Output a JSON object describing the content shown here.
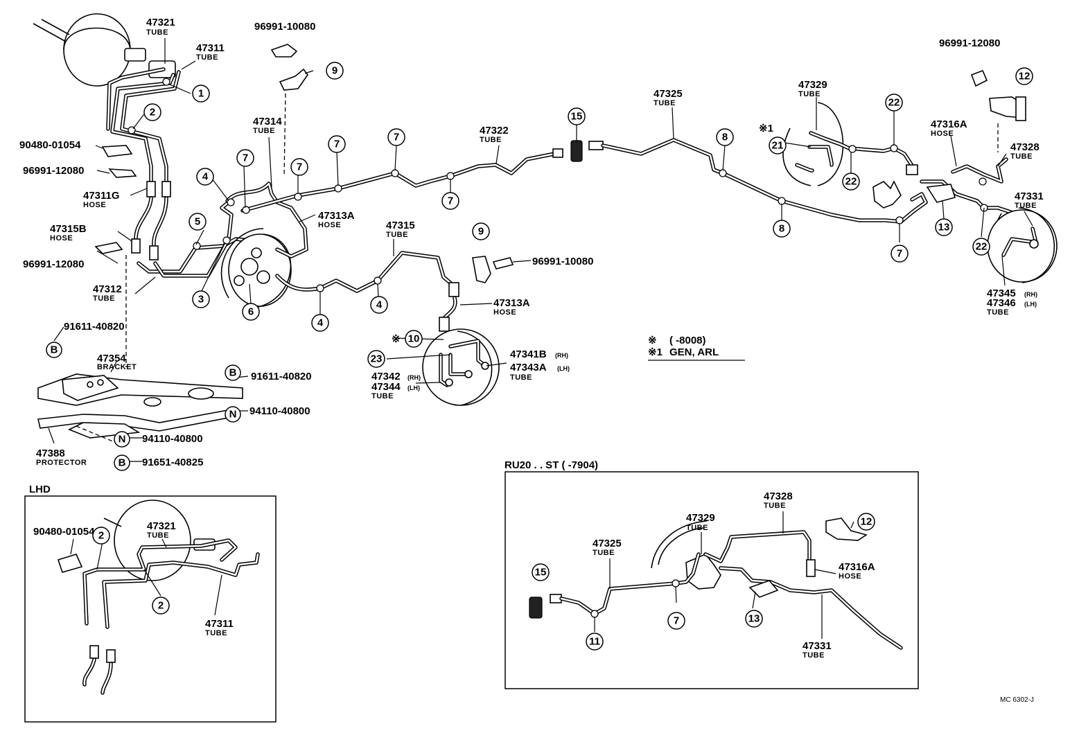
{
  "parts": {
    "p47321": {
      "number": "47321",
      "type": "TUBE"
    },
    "p47311": {
      "number": "47311",
      "type": "TUBE"
    },
    "p96991_10080_top": {
      "number": "96991-10080"
    },
    "p96991_12080_right": {
      "number": "96991-12080"
    },
    "p90480": {
      "number": "90480-01054"
    },
    "p96991_12080_left": {
      "number": "96991-12080"
    },
    "p47311G": {
      "number": "47311G",
      "type": "HOSE"
    },
    "p47315B": {
      "number": "47315B",
      "type": "HOSE"
    },
    "p96991_12080_left2": {
      "number": "96991-12080"
    },
    "p47312": {
      "number": "47312",
      "type": "TUBE"
    },
    "p47314": {
      "number": "47314",
      "type": "TUBE"
    },
    "p47313A_top": {
      "number": "47313A",
      "type": "HOSE"
    },
    "p47315": {
      "number": "47315",
      "type": "TUBE"
    },
    "p47322": {
      "number": "47322",
      "type": "TUBE"
    },
    "p47325": {
      "number": "47325",
      "type": "TUBE"
    },
    "p47329": {
      "number": "47329",
      "type": "TUBE"
    },
    "p47316A": {
      "number": "47316A",
      "type": "HOSE"
    },
    "p47328": {
      "number": "47328",
      "type": "TUBE"
    },
    "p47331": {
      "number": "47331",
      "type": "TUBE"
    },
    "p47345": {
      "number": "47345",
      "note": "(RH)"
    },
    "p47346": {
      "number": "47346",
      "note": "(LH)",
      "type": "TUBE"
    },
    "p96991_10080_mid": {
      "number": "96991-10080"
    },
    "p47313A_mid": {
      "number": "47313A",
      "type": "HOSE"
    },
    "p47341B": {
      "number": "47341B",
      "note": "(RH)"
    },
    "p47343A": {
      "number": "47343A",
      "note": "(LH)",
      "type": "TUBE"
    },
    "p47342": {
      "number": "47342",
      "note": "(RH)"
    },
    "p47344": {
      "number": "47344",
      "note": "(LH)",
      "type": "TUBE"
    },
    "p91611_a": {
      "number": "91611-40820"
    },
    "p47354": {
      "number": "47354",
      "type": "BRACKET"
    },
    "p91611_b": {
      "number": "91611-40820"
    },
    "p94110_a": {
      "number": "94110-40800"
    },
    "p94110_b": {
      "number": "94110-40800"
    },
    "p47388": {
      "number": "47388",
      "type": "PROTECTOR"
    },
    "p91651": {
      "number": "91651-40825"
    }
  },
  "notes": {
    "note1_mark": "※",
    "note1_text": "(        -8008)",
    "note2_mark": "※1",
    "note2_text": "GEN, ARL",
    "star_mark": "※",
    "star1_mark": "※1"
  },
  "lhd_inset": {
    "title": "LHD",
    "p90480": "90480-01054",
    "p47321_num": "47321",
    "p47321_type": "TUBE",
    "p47311_num": "47311",
    "p47311_type": "TUBE"
  },
  "ru20_inset": {
    "title": "RU20 . . ST (           -7904)",
    "p47328_num": "47328",
    "p47328_type": "TUBE",
    "p47329_num": "47329",
    "p47329_type": "TUBE",
    "p47325_num": "47325",
    "p47325_type": "TUBE",
    "p47316A_num": "47316A",
    "p47316A_type": "HOSE",
    "p47331_num": "47331",
    "p47331_type": "TUBE"
  },
  "callouts": {
    "c1": "1",
    "c2": "2",
    "c3": "3",
    "c4": "4",
    "c5": "5",
    "c6": "6",
    "c7": "7",
    "c8": "8",
    "c9": "9",
    "c10": "10",
    "c11": "11",
    "c12": "12",
    "c13": "13",
    "c15": "15",
    "c21": "21",
    "c22": "22",
    "c23": "23",
    "cB": "B",
    "cN": "N"
  },
  "footer_ref": "MC 6302-J"
}
